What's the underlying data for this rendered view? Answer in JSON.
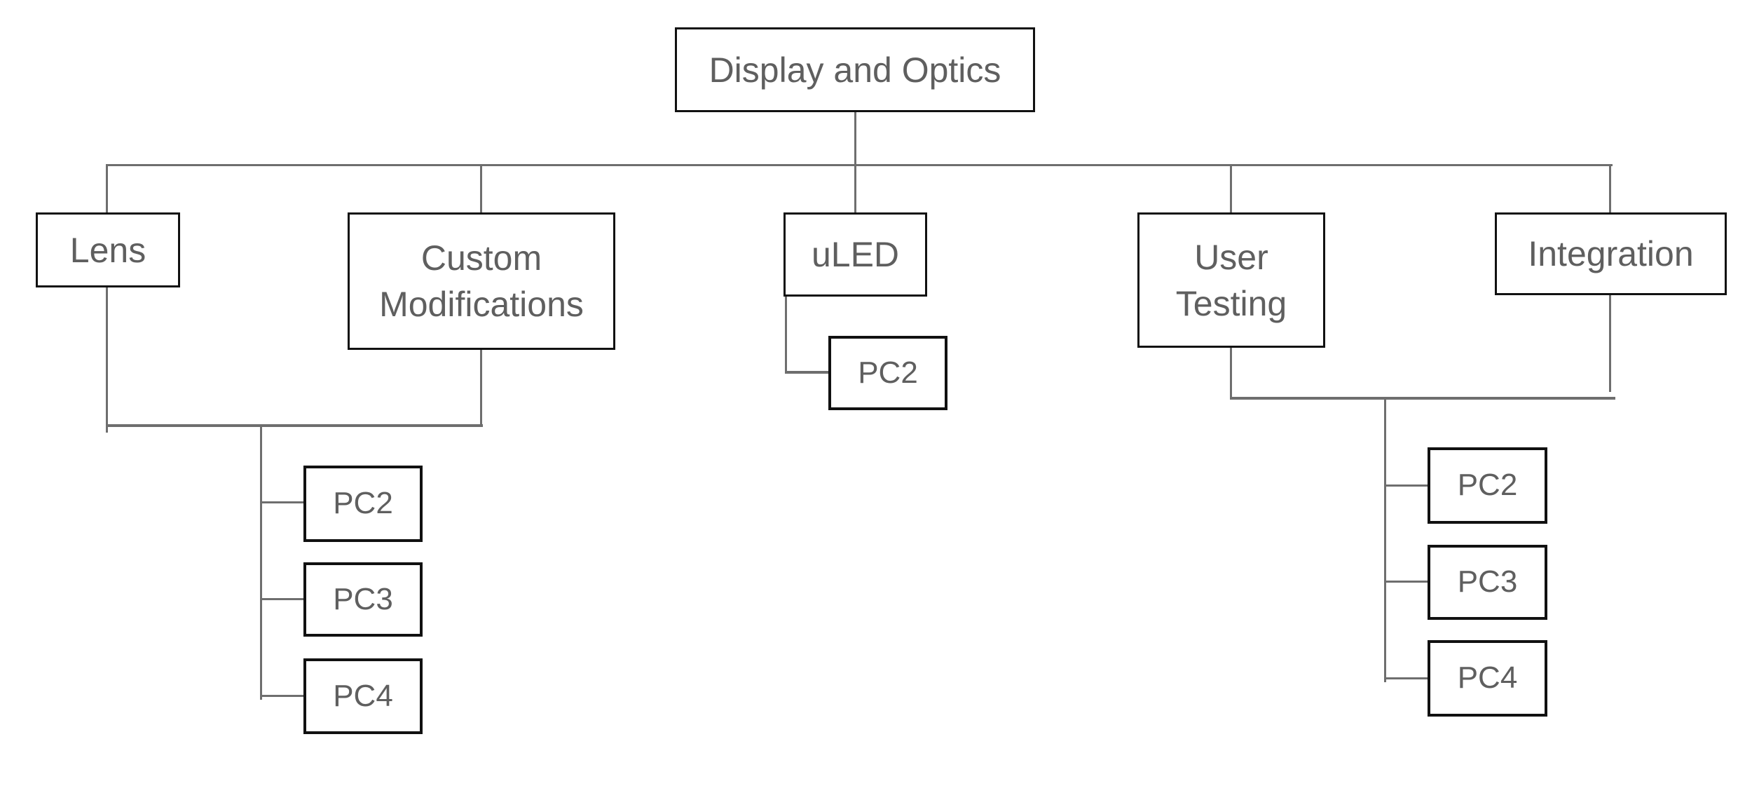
{
  "colors": {
    "box_border": "#111111",
    "connector": "#6e6e6e",
    "text": "#5f5f5f",
    "background": "#ffffff"
  },
  "diagram": {
    "root": {
      "label": "Display and Optics"
    },
    "level1": [
      {
        "id": "lens",
        "label": "Lens"
      },
      {
        "id": "custom-modifications",
        "label": "Custom Modifications"
      },
      {
        "id": "uled",
        "label": "uLED"
      },
      {
        "id": "user-testing",
        "label": "User Testing"
      },
      {
        "id": "integration",
        "label": "Integration"
      }
    ],
    "pc_groups": {
      "left": {
        "parents": [
          "Lens",
          "Custom Modifications"
        ],
        "children": [
          {
            "label": "PC2"
          },
          {
            "label": "PC3"
          },
          {
            "label": "PC4"
          }
        ]
      },
      "uled": {
        "parents": [
          "uLED"
        ],
        "children": [
          {
            "label": "PC2"
          }
        ]
      },
      "right": {
        "parents": [
          "User Testing",
          "Integration"
        ],
        "children": [
          {
            "label": "PC2"
          },
          {
            "label": "PC3"
          },
          {
            "label": "PC4"
          }
        ]
      }
    }
  }
}
